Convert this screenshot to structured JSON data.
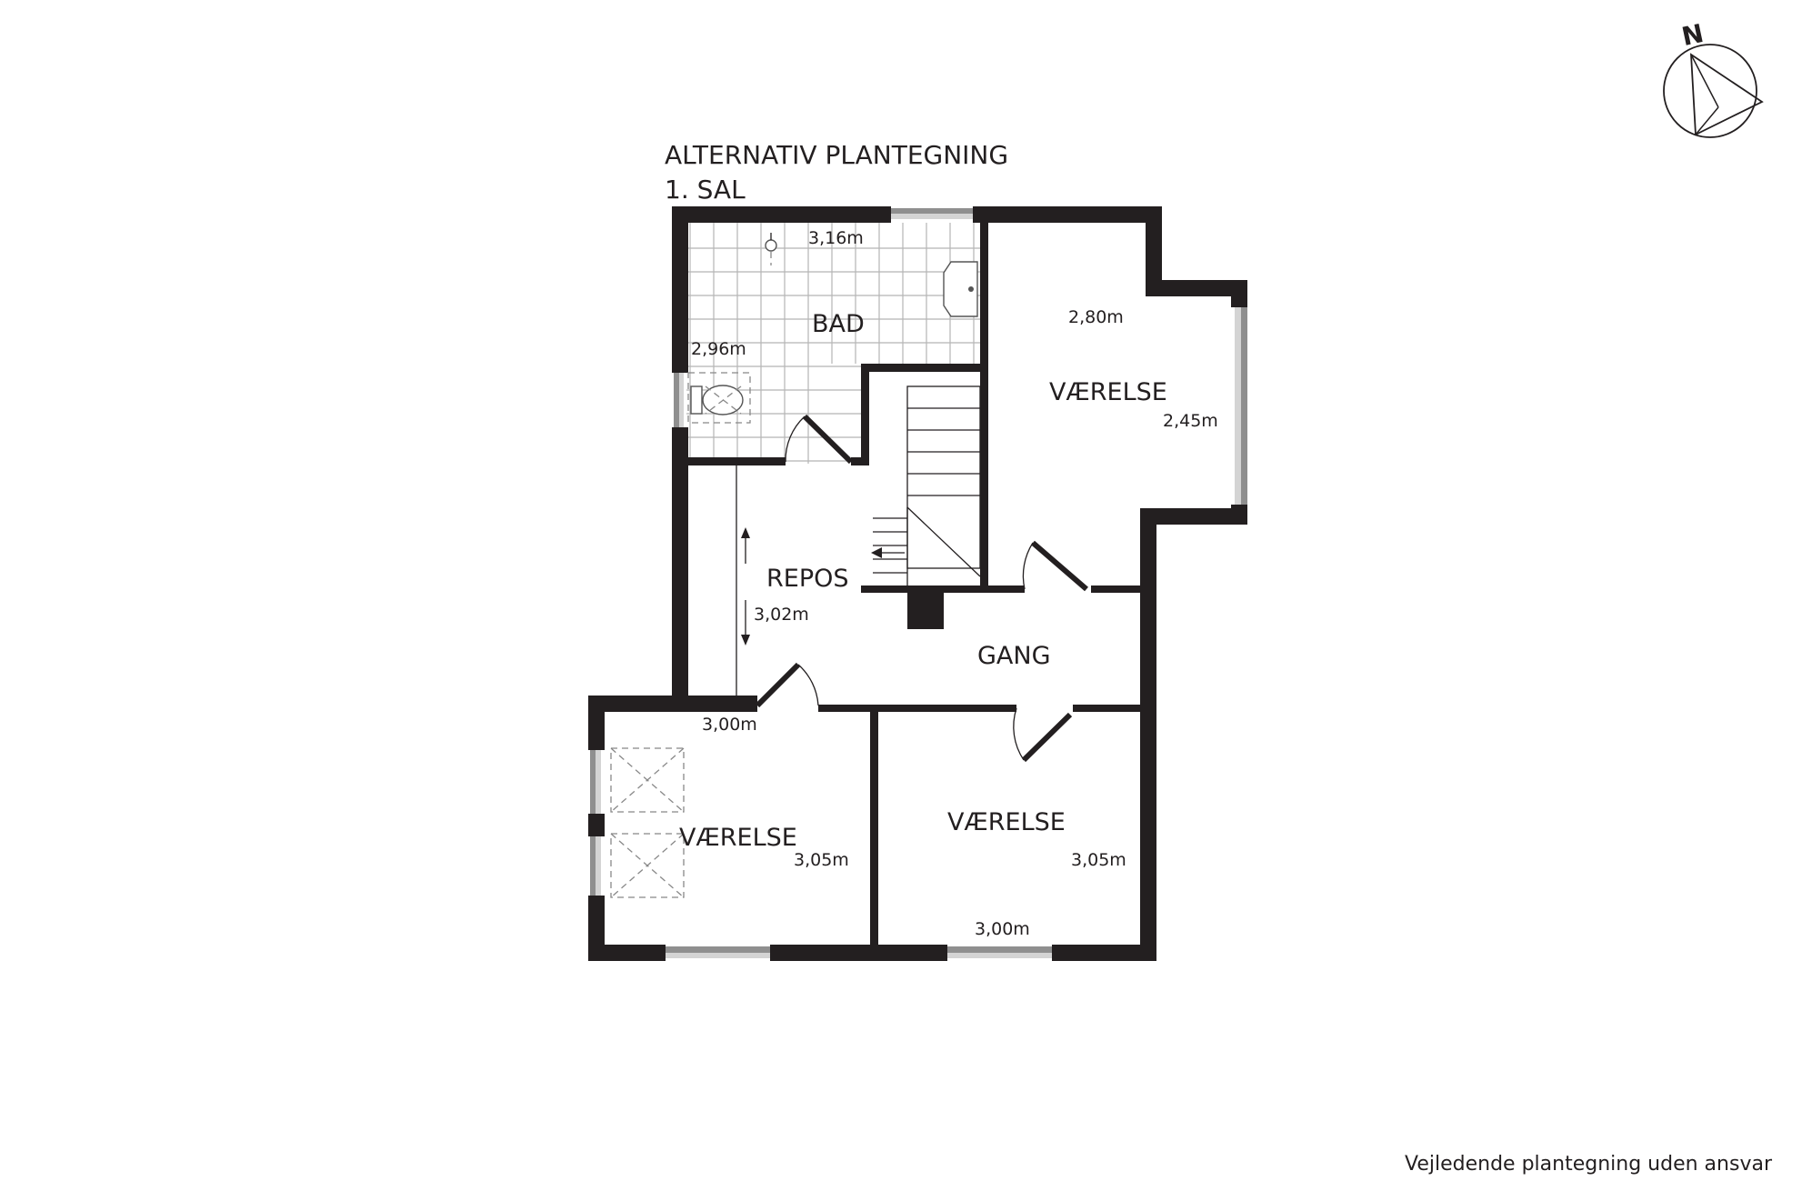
{
  "title": {
    "line1": "ALTERNATIV PLANTEGNING",
    "line2": "1. SAL"
  },
  "compass": {
    "label": "N",
    "icon": "north-arrow-icon"
  },
  "rooms": {
    "bad": {
      "name": "BAD",
      "width": "3,16m",
      "depth": "2,96m"
    },
    "vaerelse_ne": {
      "name": "VÆRELSE",
      "width": "2,80m",
      "depth": "2,45m"
    },
    "repos": {
      "name": "REPOS",
      "length": "3,02m"
    },
    "gang": {
      "name": "GANG"
    },
    "vaerelse_sw": {
      "name": "VÆRELSE",
      "width": "3,00m",
      "depth": "3,05m"
    },
    "vaerelse_se": {
      "name": "VÆRELSE",
      "width": "3,00m",
      "depth": "3,05m"
    }
  },
  "footer": "Vejledende plantegning uden ansvar",
  "colors": {
    "wall": "#231f20",
    "window": "#8f8f8f",
    "tile": "#b5b5b5",
    "background": "#ffffff"
  }
}
